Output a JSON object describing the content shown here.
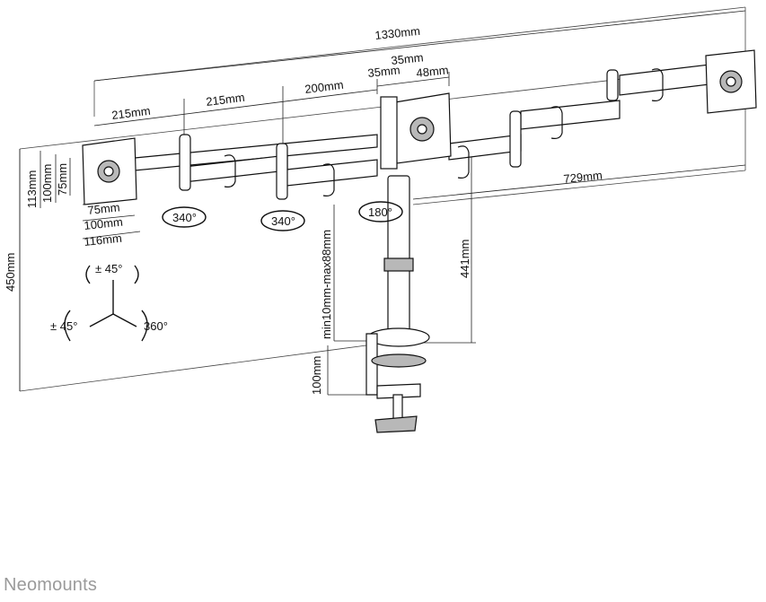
{
  "diagram": {
    "brand": "Neomounts",
    "dimensions": {
      "total_width": "1330mm",
      "arm_1": "215mm",
      "arm_2": "215mm",
      "arm_3": "200mm",
      "head_depth_1": "35mm",
      "head_depth_2": "35mm",
      "head_width": "48mm",
      "right_reach": "729mm",
      "vesa_h_113": "113mm",
      "vesa_h_100": "100mm",
      "vesa_h_75": "75mm",
      "vesa_w_75": "75mm",
      "vesa_w_100": "100mm",
      "vesa_w_116": "116mm",
      "pole_height": "441mm",
      "clamp_range": "min10mm-max88mm",
      "clamp_depth": "100mm",
      "overall_height": "450mm"
    },
    "rotations": {
      "joint_left": "340°",
      "joint_middle": "340°",
      "center_pivot": "180°",
      "tilt_top": "± 45°",
      "tilt_left": "± 45°",
      "swivel": "360°"
    },
    "colors": {
      "line": "#111111",
      "shade": "#b8b8b8",
      "brand": "#9a9a9a"
    }
  }
}
